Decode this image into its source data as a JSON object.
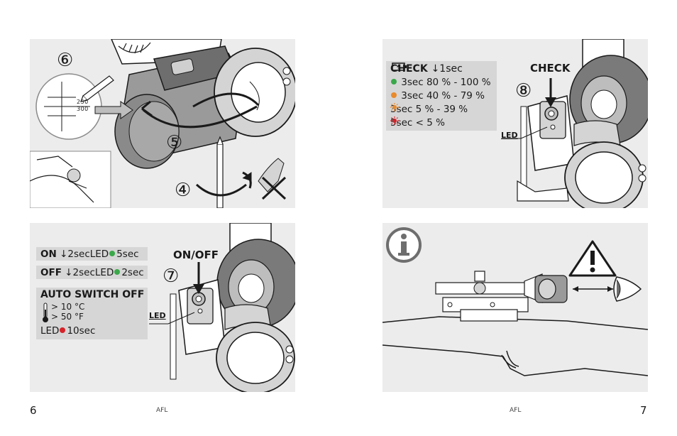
{
  "pages": {
    "left_number": "6",
    "right_number": "7",
    "left_footer": "AFL",
    "right_footer": "AFL"
  },
  "fig_mount": {
    "step_6": "⑥",
    "step_5": "⑤",
    "step_4": "④",
    "reticle_top": "250",
    "reticle_bottom": "300"
  },
  "fig_check": {
    "check_label": "CHECK",
    "step_8": "⑧",
    "led_label": "LED",
    "table": {
      "header": "CHECK",
      "header_time": "1sec",
      "rows": [
        {
          "time": "3sec",
          "range": "80 % - 100 %",
          "color": "#3aa84a",
          "icon": "dot"
        },
        {
          "time": "3sec",
          "range": "40 % - 79 %",
          "color": "#e98a2b",
          "icon": "dot"
        },
        {
          "time": "3sec",
          "range": "5 % - 39 %",
          "color": "#e98a2b",
          "icon": "sun-blink-icon"
        },
        {
          "time": "5sec",
          "range": "< 5 %",
          "color": "#d6232a",
          "icon": "sun-blink-icon"
        }
      ]
    }
  },
  "fig_onoff": {
    "onoff_label": "ON/OFF",
    "step_7": "⑦",
    "led_label": "LED",
    "on_row": {
      "label": "ON",
      "time": "2sec",
      "led": "LED",
      "led_time": "5sec",
      "color": "#3aa84a"
    },
    "off_row": {
      "label": "OFF",
      "time": "2sec",
      "led": "LED",
      "led_time": "2sec",
      "color": "#3aa84a"
    },
    "auto": {
      "header": "AUTO SWITCH OFF",
      "temp_c": "> 10 °C",
      "temp_f": "> 50 °F",
      "led": "LED",
      "led_time": "10sec",
      "led_color": "#d6232a"
    }
  },
  "fig_info": {
    "info_icon": "info-icon",
    "warning_icon": "warning-triangle-icon",
    "eye_icon": "eye-icon"
  }
}
